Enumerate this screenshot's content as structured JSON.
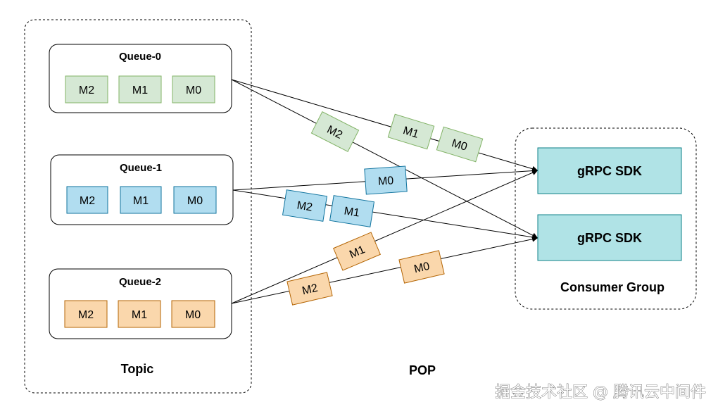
{
  "topic": {
    "label": "Topic",
    "queues": [
      {
        "title": "Queue-0",
        "messages": [
          "M2",
          "M1",
          "M0"
        ],
        "color": "green"
      },
      {
        "title": "Queue-1",
        "messages": [
          "M2",
          "M1",
          "M0"
        ],
        "color": "blue"
      },
      {
        "title": "Queue-2",
        "messages": [
          "M2",
          "M1",
          "M0"
        ],
        "color": "orange"
      }
    ]
  },
  "pop_label": "POP",
  "in_flight": {
    "queue0": [
      "M2",
      "M1",
      "M0"
    ],
    "queue1": [
      "M0",
      "M2",
      "M1"
    ],
    "queue2": [
      "M1",
      "M2",
      "M0"
    ]
  },
  "consumer_group": {
    "label": "Consumer Group",
    "sdks": [
      "gRPC SDK",
      "gRPC SDK"
    ]
  },
  "watermark": "掘金技术社区 @ 腾讯云中间件",
  "colors": {
    "green_fill": "#d5e8d4",
    "blue_fill": "#b1ddf0",
    "orange_fill": "#fad7ac",
    "sdk_fill": "#b0e3e6"
  }
}
